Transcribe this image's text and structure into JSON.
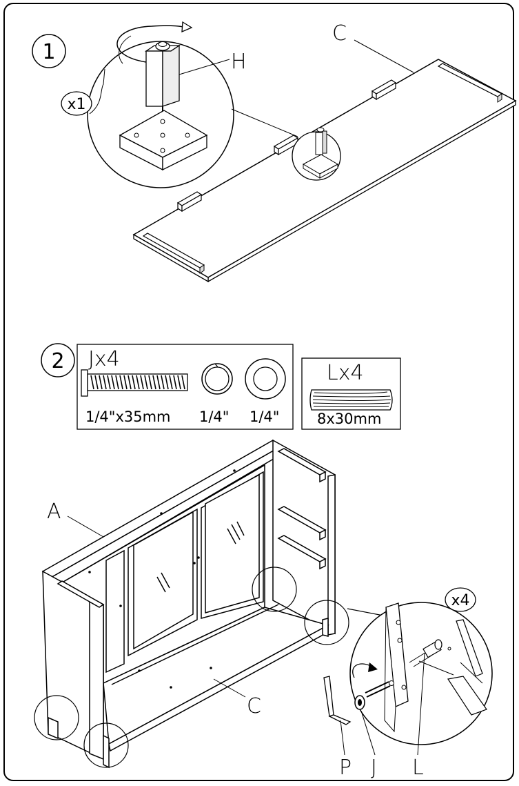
{
  "step1": {
    "number": "1",
    "multiplier": "x1",
    "part_foot": "H",
    "part_panel": "C"
  },
  "step2": {
    "number": "2",
    "hardware_box": {
      "part": "Jx4",
      "sizes": [
        "1/4\"x35mm",
        "1/4\"",
        "1/4\""
      ]
    },
    "dowel_box": {
      "part": "Lx4",
      "size": "8x30mm"
    },
    "assembly": {
      "part_top": "A",
      "part_bottom": "C",
      "multiplier": "x4",
      "tool_labels": [
        "P",
        "J",
        "L"
      ]
    }
  }
}
